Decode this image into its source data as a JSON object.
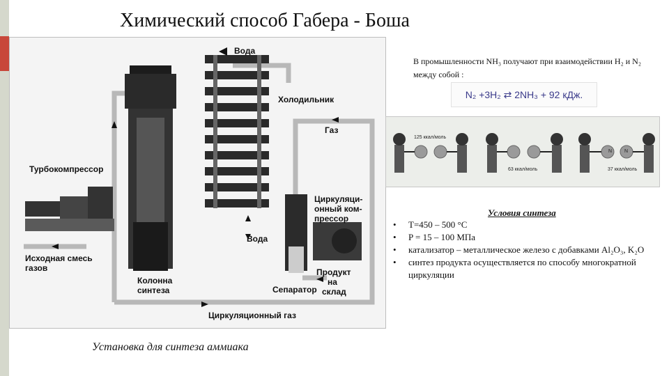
{
  "slide_title": "Химический способ Габера - Боша",
  "diagram": {
    "labels": {
      "water_top": "Вода",
      "cooler": "Холодильник",
      "gas": "Газ",
      "turbocompressor": "Турбокомпрессор",
      "circ_compressor_1": "Циркуляци-",
      "circ_compressor_2": "онный ком-",
      "circ_compressor_3": "прессор",
      "water_bottom": "Вода",
      "initial_mix_1": "Исходная смесь",
      "initial_mix_2": "газов",
      "column_1": "Колонна",
      "column_2": "синтеза",
      "separator": "Сепаратор",
      "product_1": "Продукт",
      "product_2": "на",
      "product_3": "склад",
      "circ_gas": "Циркуляционный газ"
    },
    "caption": "Установка для синтеза аммиака"
  },
  "intro_text": "В промышленности NH₃ получают при взаимодействии H₂ и N₂ между собой :",
  "equation": "N₂ +3H₂ ⇄ 2NH₃ + 92 кДж.",
  "energy_strip": {
    "label_1": "125 ккал/моль",
    "label_2": "63 ккал/моль",
    "label_3": "37 ккал/моль",
    "atom_1": "N",
    "atom_2": "N"
  },
  "conditions": {
    "title": "Условия синтеза",
    "bullet": "•",
    "items": [
      "T=450 – 500 °C",
      " P = 15 – 100 МПа",
      " катализатор – металлическое железо с добавками Al₂O₃, K₂O",
      "синтез продукта осуществляется по   способу многократной циркуляции"
    ]
  }
}
